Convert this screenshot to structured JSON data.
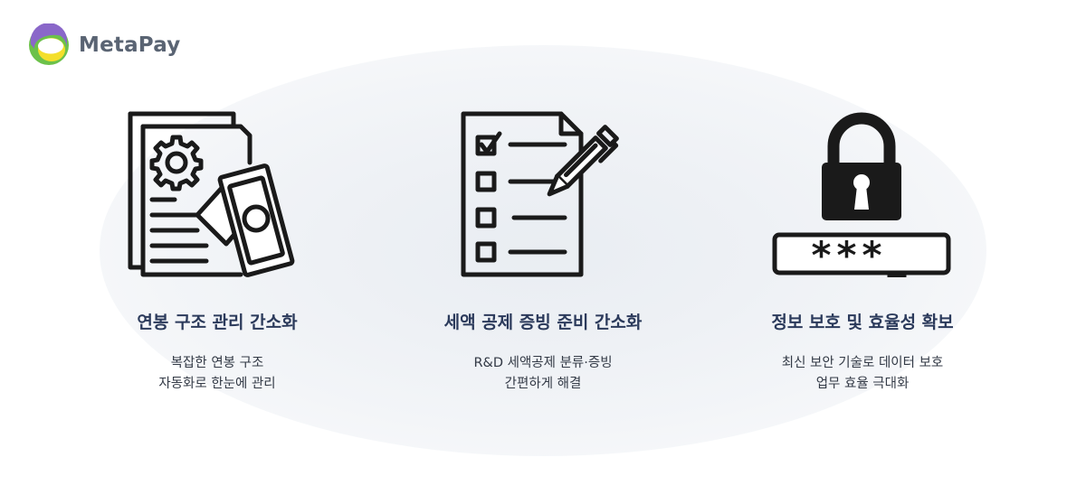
{
  "brand": {
    "name": "MetaPay",
    "colors": {
      "purple": "#8a67c9",
      "yellow": "#f4df2a",
      "green": "#6cc14a",
      "text": "#5a6473"
    }
  },
  "features": [
    {
      "icon": "documents-money-icon",
      "title": "연봉 구조 관리 간소화",
      "desc": [
        "복잡한 연봉 구조",
        "자동화로 한눈에 관리"
      ]
    },
    {
      "icon": "checklist-pen-icon",
      "title": "세액 공제 증빙 준비 간소화",
      "desc": [
        "R&D 세액공제 분류·증빙",
        "간편하게 해결"
      ]
    },
    {
      "icon": "padlock-password-icon",
      "title": "정보 보호 및 효율성 확보",
      "desc": [
        "최신 보안 기술로 데이터 보호",
        "업무 효율 극대화"
      ]
    }
  ],
  "password_mask": "***_",
  "colors": {
    "title": "#2b3a5b",
    "text": "#333a46",
    "icon": "#1a1a1a"
  }
}
